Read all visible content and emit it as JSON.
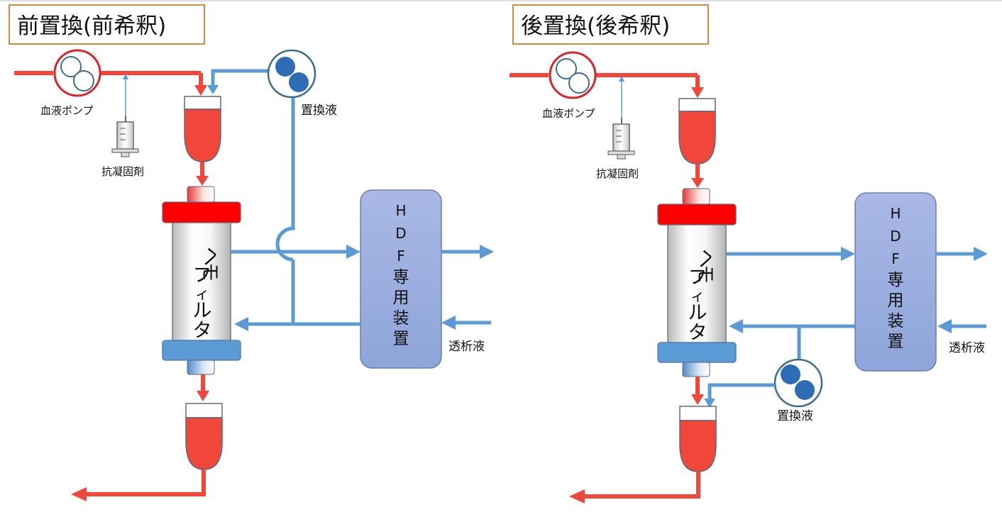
{
  "colors": {
    "blood": "#f0473a",
    "fluid": "#5b9bd5",
    "filter_cap_red": "#ff0000",
    "filter_cap_blue": "#5b9bd5",
    "device": "#9aaedd",
    "pump_ring_red": "#d9252a",
    "pump_ring_blue": "#3d6c93",
    "pump_roller": "#2e6db5",
    "title_border": "#d88a3c"
  },
  "left": {
    "title": "前置換(前希釈)",
    "blood_pump_label": "血液ポンプ",
    "anticoagulant_label": "抗凝固剤",
    "substitution_label": "置換液",
    "filter_label": [
      "ヘ",
      "モ",
      "フ",
      "ィ",
      "ル",
      "タ"
    ],
    "device_label": [
      "H",
      "D",
      "F",
      "専",
      "用",
      "装",
      "置"
    ],
    "dialysate_label": "透析液"
  },
  "right": {
    "title": "後置換(後希釈)",
    "blood_pump_label": "血液ポンプ",
    "anticoagulant_label": "抗凝固剤",
    "substitution_label": "置換液",
    "filter_label": [
      "ヘ",
      "モ",
      "フ",
      "ィ",
      "ル",
      "タ"
    ],
    "device_label": [
      "H",
      "D",
      "F",
      "専",
      "用",
      "装",
      "置"
    ],
    "dialysate_label": "透析液"
  }
}
